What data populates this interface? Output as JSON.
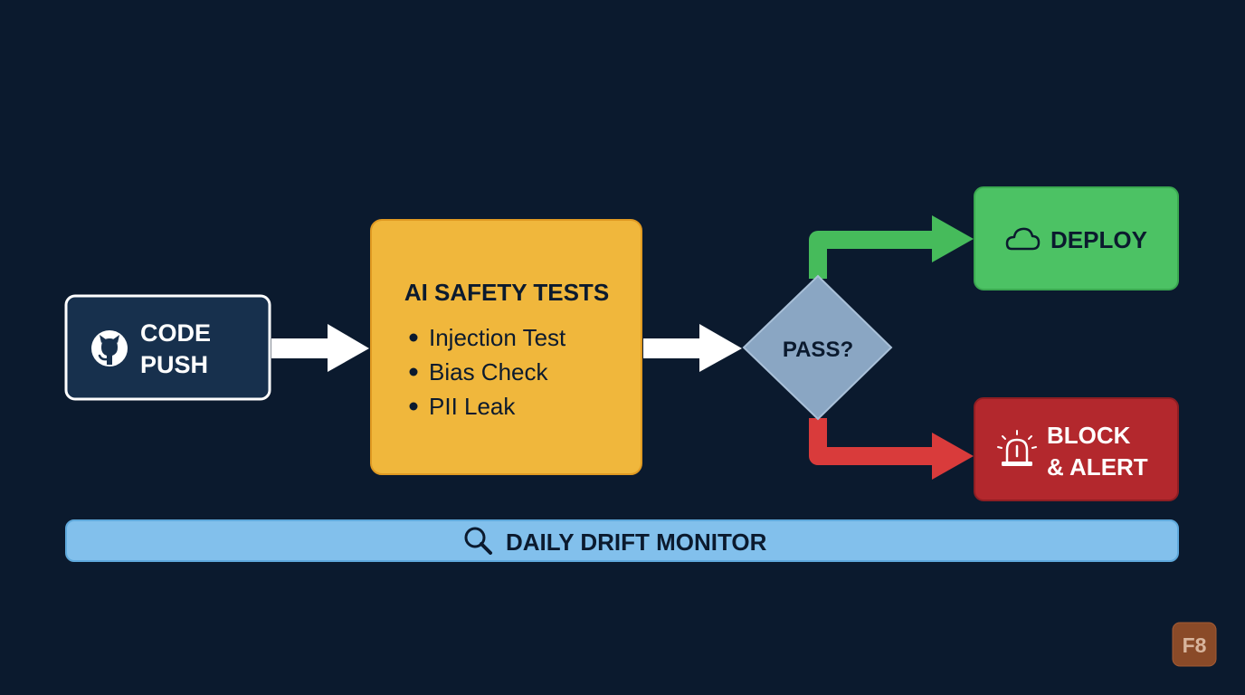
{
  "nodes": {
    "code_push": {
      "line1": "CODE",
      "line2": "PUSH",
      "icon": "github-icon"
    },
    "safety_tests": {
      "title": "AI SAFETY TESTS",
      "items": [
        "Injection Test",
        "Bias Check",
        "PII Leak"
      ]
    },
    "decision": {
      "label": "PASS?"
    },
    "deploy": {
      "label": "DEPLOY",
      "icon": "cloud-icon"
    },
    "block": {
      "line1": "BLOCK",
      "line2": "& ALERT",
      "icon": "alarm-icon"
    }
  },
  "monitor": {
    "label": "DAILY DRIFT MONITOR",
    "icon": "search-icon"
  },
  "badge": {
    "label": "F8"
  },
  "colors": {
    "background": "#0b1a2e",
    "code_push_fill": "#17304d",
    "safety_fill": "#f0b73c",
    "decision_fill": "#8aa6c3",
    "deploy_fill": "#4cc264",
    "block_fill": "#b3282d",
    "monitor_fill": "#82c0ec",
    "pass_arrow": "#46bb5b",
    "fail_arrow": "#d93b3b",
    "flow_arrow": "#ffffff",
    "badge_fill": "#8a4a28"
  }
}
